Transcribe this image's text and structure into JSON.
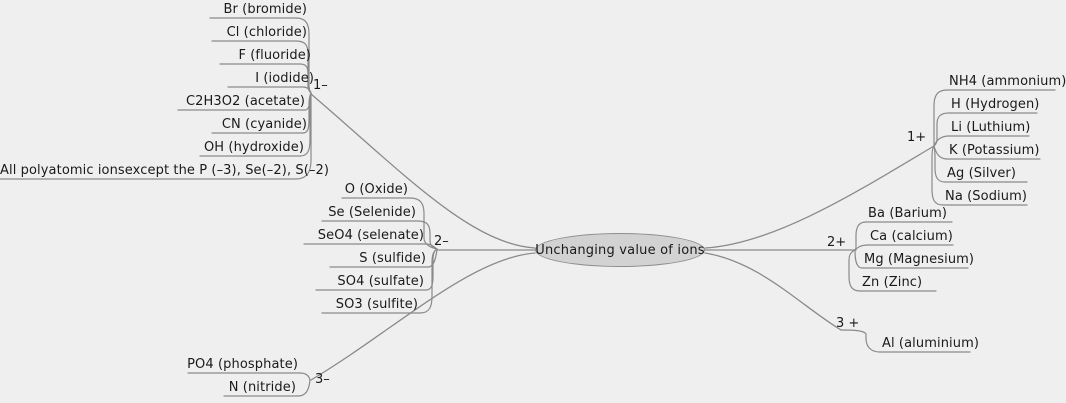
{
  "diagram": {
    "title": "Unchanging value of ions",
    "type": "mind-map",
    "background_color": "#efefef",
    "central_node_fill": "#d2d2d2",
    "central_node_border": "#8d8d8d",
    "branch_line_color": "#8a8a8a",
    "text_color": "#1a1a1a"
  },
  "central": {
    "label": "Unchanging value of ions"
  },
  "branches": [
    {
      "id": "one-minus",
      "label": "1–",
      "side": "left",
      "leaves": [
        {
          "label": "Br (bromide)"
        },
        {
          "label": "Cl (chloride)"
        },
        {
          "label": "F (fluoride)"
        },
        {
          "label": "I (iodide)"
        },
        {
          "label": "C2H3O2 (acetate)"
        },
        {
          "label": "CN (cyanide)"
        },
        {
          "label": "OH (hydroxide)"
        },
        {
          "label": "All polyatomic ionsexcept the P (–3), Se(–2), S(–2)"
        }
      ]
    },
    {
      "id": "two-minus",
      "label": "2–",
      "side": "left",
      "leaves": [
        {
          "label": "O (Oxide)"
        },
        {
          "label": "Se (Selenide)"
        },
        {
          "label": "SeO4 (selenate)"
        },
        {
          "label": "S (sulfide)"
        },
        {
          "label": "SO4 (sulfate)"
        },
        {
          "label": "SO3 (sulfite)"
        }
      ]
    },
    {
      "id": "three-minus",
      "label": "3–",
      "side": "left",
      "leaves": [
        {
          "label": "PO4 (phosphate)"
        },
        {
          "label": "N (nitride)"
        }
      ]
    },
    {
      "id": "one-plus",
      "label": "1+",
      "side": "right",
      "leaves": [
        {
          "label": "NH4 (ammonium)"
        },
        {
          "label": "H (Hydrogen)"
        },
        {
          "label": "Li (Luthium)"
        },
        {
          "label": "K (Potassium)"
        },
        {
          "label": "Ag (Silver)"
        },
        {
          "label": "Na (Sodium)"
        }
      ]
    },
    {
      "id": "two-plus",
      "label": "2+",
      "side": "right",
      "leaves": [
        {
          "label": "Ba (Barium)"
        },
        {
          "label": "Ca (calcium)"
        },
        {
          "label": "Mg (Magnesium)"
        },
        {
          "label": "Zn (Zinc)"
        }
      ]
    },
    {
      "id": "three-plus",
      "label": "3 +",
      "side": "right",
      "leaves": [
        {
          "label": "Al (aluminium)"
        }
      ]
    }
  ]
}
